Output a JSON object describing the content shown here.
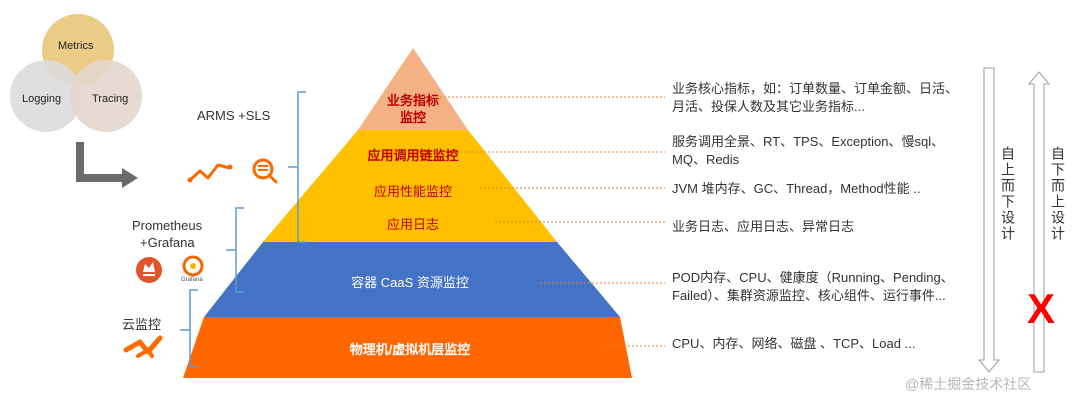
{
  "venn": {
    "top": "Metrics",
    "left": "Logging",
    "right": "Tracing"
  },
  "tools": {
    "arms_sls": "ARMS +SLS",
    "prometheus": "Prometheus",
    "grafana": "+Grafana",
    "grafana_logo_text": "Grafana",
    "cloud_monitor": "云监控"
  },
  "layers": [
    {
      "label": "业务指标",
      "label2": "监控"
    },
    {
      "label": "应用调用链监控"
    },
    {
      "label": "应用性能监控"
    },
    {
      "label": "应用日志"
    },
    {
      "label": "容器 CaaS 资源监控"
    },
    {
      "label": "物理机/虚拟机层监控"
    }
  ],
  "descriptions": [
    {
      "line1": "业务核心指标，如：订单数量、订单金额、日活、",
      "line2": "月活、投保人数及其它业务指标..."
    },
    {
      "line1": "服务调用全景、RT、TPS、Exception、慢sql、",
      "line2": "MQ、Redis"
    },
    {
      "line1": "JVM 堆内存、GC、Thread，Method性能 .."
    },
    {
      "line1": "业务日志、应用日志、异常日志"
    },
    {
      "line1": "POD内存、CPU、健康度（Running、Pending、",
      "line2": "Failed）、集群资源监控、核心组件、运行事件..."
    },
    {
      "line1": "CPU、内存、网络、磁盘 、TCP、Load ..."
    }
  ],
  "arrows": {
    "top_down": "自上而下设计",
    "bottom_up": "自下而上设计",
    "cross": "X"
  },
  "watermark": "@稀土掘金技术社区",
  "colors": {
    "layer_top": "#f4b183",
    "layer_app": "#ffc000",
    "layer_container": "#4472c4",
    "layer_physical": "#ff6600",
    "red_text": "#c00000",
    "cross": "#ff0000",
    "dotted": "#ed7d31"
  }
}
